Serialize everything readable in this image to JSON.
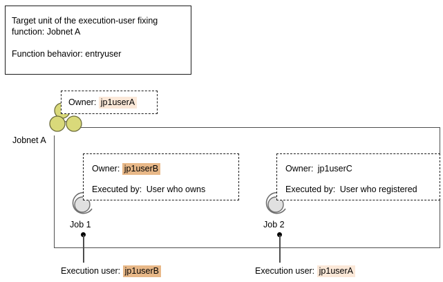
{
  "diagram": {
    "header": {
      "line1": "Target unit of the execution-user fixing function: Jobnet A",
      "line2": "Function behavior: entryuser"
    },
    "jobnet": {
      "label": "Jobnet A",
      "callout": {
        "owner_label": "Owner:",
        "owner_value": "jp1userA",
        "owner_highlight": "#fbe8d8"
      }
    },
    "jobs": [
      {
        "label": "Job 1",
        "callout": {
          "owner_label": "Owner:",
          "owner_value": "jp1userB",
          "owner_highlight": "#e8b888",
          "executed_by_label": "Executed by:",
          "executed_by_value": "User who owns"
        },
        "execution_user_label": "Execution user:",
        "execution_user_value": "jp1userB",
        "execution_user_highlight": "#e8b888"
      },
      {
        "label": "Job 2",
        "callout": {
          "owner_label": "Owner:",
          "owner_value": "jp1userC",
          "owner_highlight": "none",
          "executed_by_label": "Executed by:",
          "executed_by_value": "User who registered"
        },
        "execution_user_label": "Execution user:",
        "execution_user_value": "jp1userA",
        "execution_user_highlight": "#fbe8d8"
      }
    ],
    "colors": {
      "jobnet_node_fill": "#d9d97a",
      "jobnet_node_stroke": "#6b6b3a",
      "job_node_fill": "#e0e0e0",
      "job_node_stroke": "#6e6e6e",
      "connector": "#4d4d4d",
      "box_border": "#1a1a1a"
    }
  }
}
